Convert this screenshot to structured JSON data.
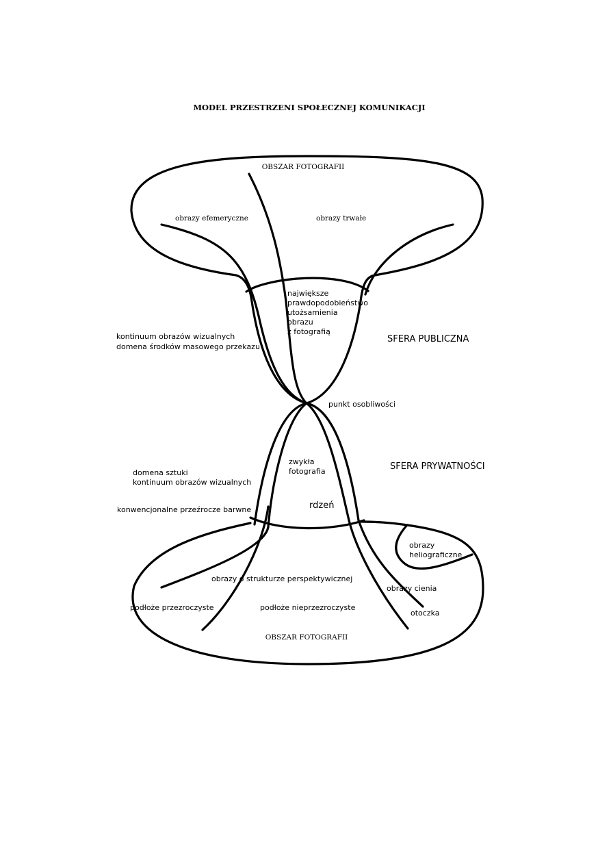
{
  "title": "MODEL PRZESTRZENI SPOŁECZNEJ KOMUNIKACJI",
  "top_region": {
    "area_label": "OBSZAR FOTOGRAFII",
    "left_label": "obrazy efemeryczne",
    "right_label": "obrazy trwałe"
  },
  "center_upper": {
    "lines": [
      "największe",
      "prawdopodobieństwo",
      "utożsamienia",
      "obrazu",
      "z fotografią"
    ]
  },
  "left_upper": {
    "lines": [
      "kontinuum obrazów wizualnych",
      "domena środków masowego przekazu"
    ]
  },
  "sphere_public": "SFERA PUBLICZNA",
  "singularity_point": "punkt osobliwości",
  "center_lower": {
    "lines": [
      "zwykła",
      "fotografia"
    ]
  },
  "sphere_private": "SFERA PRYWATNOŚCI",
  "left_lower": {
    "lines": [
      "domena sztuki",
      "kontinuum obrazów wizualnych"
    ]
  },
  "conventional_label": "konwencjonalne przeźrocze barwne",
  "core_label": "rdzeń",
  "heliographic": {
    "lines": [
      "obrazy",
      "heliograficzne"
    ]
  },
  "bottom_region": {
    "perspective_label": "obrazy o strukturze perspektywicznej",
    "shadow_label": "obrazy cienia",
    "transparent_label": "podłoże przezroczyste",
    "opaque_label": "podłoże nieprzezroczyste",
    "halo_label": "otoczka",
    "area_label": "OBSZAR FOTOGRAFII"
  }
}
